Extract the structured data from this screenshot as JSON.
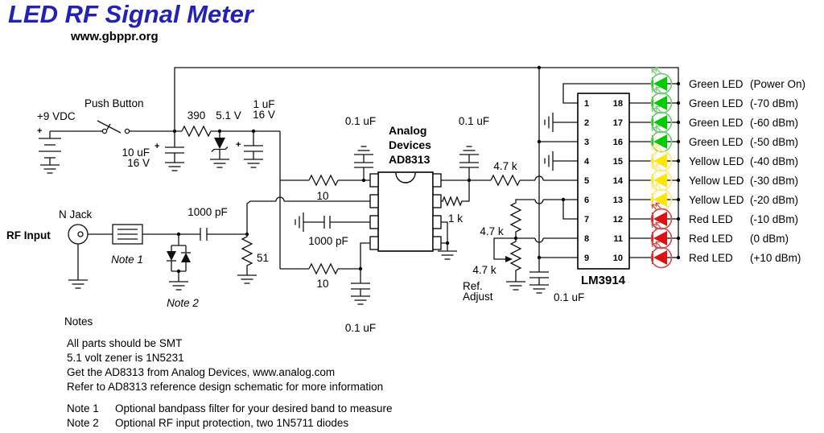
{
  "title": "LED RF Signal Meter",
  "subtitle": "www.gbppr.org",
  "colors": {
    "title_blue": "#2222bb",
    "wire": "#111111",
    "green_fill": "#00cc00",
    "green_ring": "#77cc77",
    "yellow_fill": "#ffe600",
    "yellow_ring": "#ffe97a",
    "red_fill": "#dd1111",
    "red_ring": "#cc5555"
  },
  "power": {
    "supply": "+9 VDC",
    "plus": "+",
    "push_button": "Push Button",
    "cap1_value": "10 uF",
    "cap1_voltage": "16 V",
    "resistor": "390",
    "zener": "5.1 V",
    "cap2_value": "1 uF",
    "cap2_voltage": "16 V"
  },
  "rf_input": {
    "label": "RF Input",
    "jack": "N Jack",
    "note1": "Note 1",
    "coupling_cap": "1000 pF",
    "note2": "Note 2",
    "load_resistor": "51"
  },
  "ad8313": {
    "maker_line1": "Analog",
    "maker_line2": "Devices",
    "part": "AD8313",
    "cap_top_left": "0.1 uF",
    "cap_top_right": "0.1 uF",
    "resistor_top": "10",
    "resistor_bottom": "10",
    "input_cap": "1000 pF",
    "cap_bottom": "0.1 uF",
    "feedback_resistor": "1 k",
    "output_resistor": "4.7 k"
  },
  "lm3914": {
    "part": "LM3914",
    "pins_left": [
      "1",
      "2",
      "3",
      "4",
      "5",
      "6",
      "7",
      "8",
      "9"
    ],
    "pins_right": [
      "18",
      "17",
      "16",
      "15",
      "14",
      "13",
      "12",
      "11",
      "10"
    ],
    "ref_resistor": "4.7 k",
    "pot_resistor": "4.7 k",
    "ref_adjust_line1": "Ref.",
    "ref_adjust_line2": "Adjust",
    "bypass_cap": "0.1 uF"
  },
  "leds": [
    {
      "color": "green",
      "name": "Green LED",
      "value": "(Power On)"
    },
    {
      "color": "green",
      "name": "Green LED",
      "value": "(-70 dBm)"
    },
    {
      "color": "green",
      "name": "Green LED",
      "value": "(-60 dBm)"
    },
    {
      "color": "green",
      "name": "Green LED",
      "value": "(-50 dBm)"
    },
    {
      "color": "yellow",
      "name": "Yellow LED",
      "value": "(-40 dBm)"
    },
    {
      "color": "yellow",
      "name": "Yellow LED",
      "value": "(-30 dBm)"
    },
    {
      "color": "yellow",
      "name": "Yellow LED",
      "value": "(-20 dBm)"
    },
    {
      "color": "red",
      "name": "Red LED",
      "value": "(-10 dBm)"
    },
    {
      "color": "red",
      "name": "Red LED",
      "value": "(0 dBm)"
    },
    {
      "color": "red",
      "name": "Red LED",
      "value": "(+10 dBm)"
    }
  ],
  "notes": {
    "heading": "Notes",
    "lines": [
      "All parts should be SMT",
      "5.1 volt zener is 1N5231",
      "Get the AD8313 from Analog Devices, www.analog.com",
      "Refer to AD8313 reference design schematic for more information"
    ],
    "items": [
      {
        "label": "Note 1",
        "text": "Optional bandpass filter for your desired band to measure"
      },
      {
        "label": "Note 2",
        "text": "Optional RF input protection, two 1N5711 diodes"
      }
    ]
  }
}
